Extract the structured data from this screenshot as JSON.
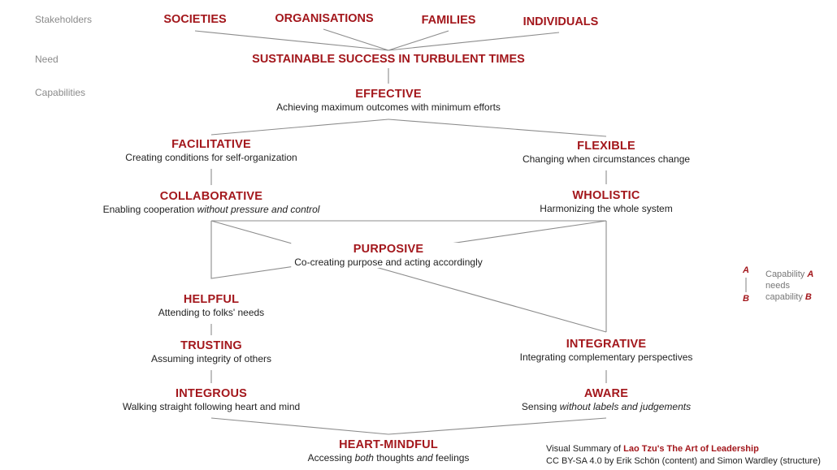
{
  "side_labels": {
    "stakeholders": "Stakeholders",
    "need": "Need",
    "capabilities": "Capabilities"
  },
  "stakeholders": [
    "SOCIETIES",
    "ORGANISATIONS",
    "FAMILIES",
    "INDIVIDUALS"
  ],
  "need": "SUSTAINABLE SUCCESS IN TURBULENT TIMES",
  "nodes": {
    "effective": {
      "title": "EFFECTIVE",
      "desc": "Achieving maximum outcomes with minimum efforts"
    },
    "facilitative": {
      "title": "FACILITATIVE",
      "desc": "Creating conditions for self-organization"
    },
    "flexible": {
      "title": "FLEXIBLE",
      "desc": "Changing when circumstances change"
    },
    "collaborative": {
      "title": "COLLABORATIVE",
      "desc_pre": "Enabling cooperation ",
      "desc_em": "without pressure and control"
    },
    "wholistic": {
      "title": "WHOLISTIC",
      "desc": "Harmonizing the whole system"
    },
    "purposive": {
      "title": "PURPOSIVE",
      "desc": "Co-creating purpose and acting accordingly"
    },
    "helpful": {
      "title": "HELPFUL",
      "desc": "Attending to folks' needs"
    },
    "trusting": {
      "title": "TRUSTING",
      "desc": "Assuming integrity of others"
    },
    "integrative": {
      "title": "INTEGRATIVE",
      "desc": "Integrating complementary perspectives"
    },
    "integrous": {
      "title": "INTEGROUS",
      "desc": "Walking straight following heart and mind"
    },
    "aware": {
      "title": "AWARE",
      "desc_pre": "Sensing ",
      "desc_em": "without labels and judgements"
    },
    "heart_mindful": {
      "title": "HEART-MINDFUL",
      "desc_pre": "Accessing ",
      "desc_em": "both",
      "desc_mid": " thoughts ",
      "desc_em2": "and",
      "desc_post": " feelings"
    }
  },
  "legend": {
    "a": "A",
    "b": "B",
    "line1_pre": "Capability ",
    "line1_em": "A",
    "line2": "needs",
    "line3_pre": "capability ",
    "line3_em": "B"
  },
  "credit": {
    "line1_pre": "Visual Summary of ",
    "line1_title": "Lao Tzu's The Art of Leadership",
    "line2": "CC BY-SA 4.0 by Erik Schön (content) and Simon Wardley (structure)"
  },
  "colors": {
    "accent": "#a3171c",
    "line": "#8c8c8c",
    "text": "#222222",
    "muted": "#8a8a8a"
  }
}
